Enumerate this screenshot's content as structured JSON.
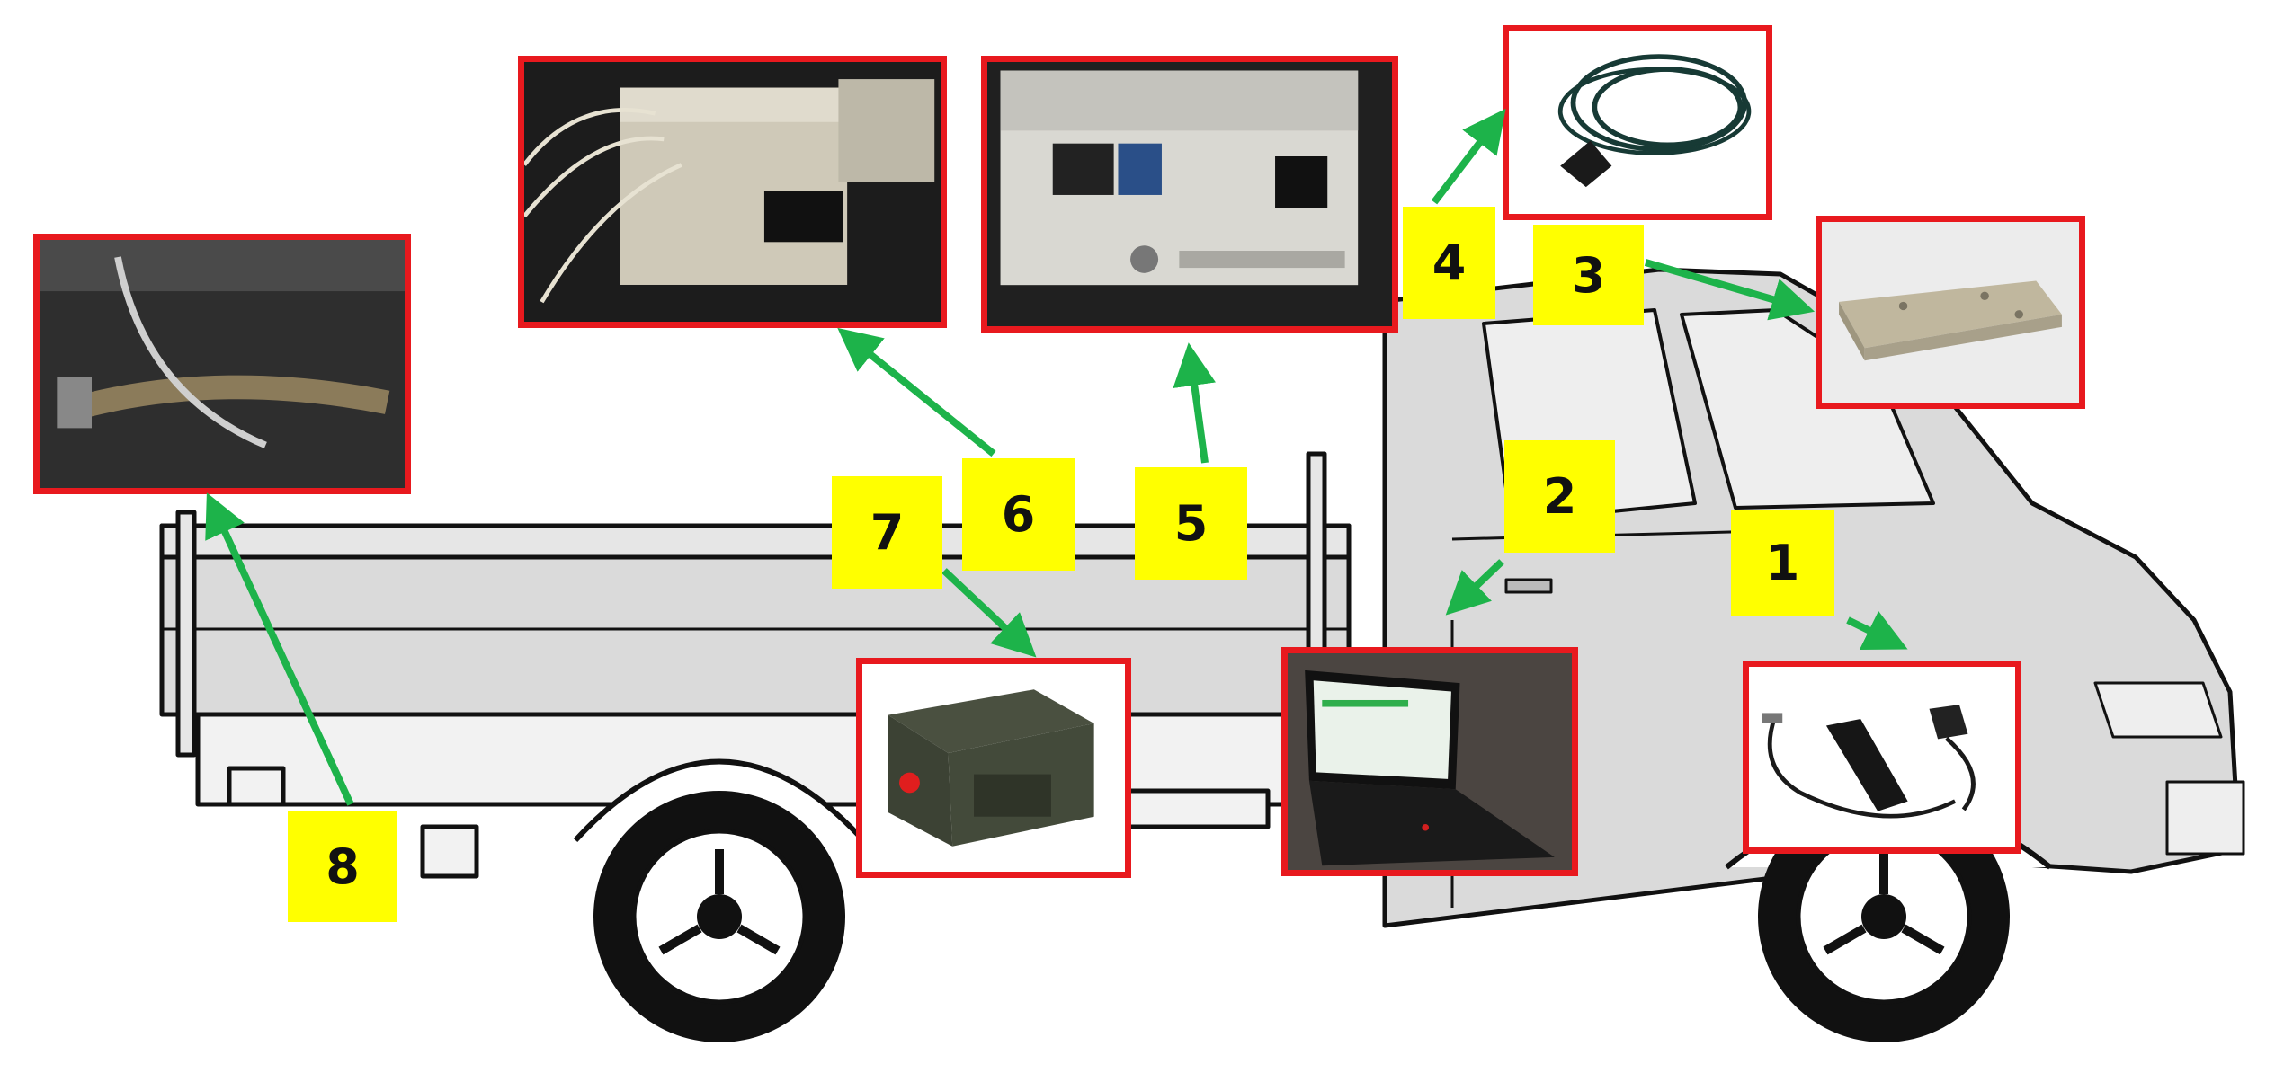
{
  "colors": {
    "label_fill": "#ffff00",
    "arrow": "#1db34a",
    "frame": "#e8191e",
    "truck_fill": "#dadada",
    "truck_stroke": "#111111"
  },
  "labels": [
    {
      "id": "1",
      "text": "1"
    },
    {
      "id": "2",
      "text": "2"
    },
    {
      "id": "3",
      "text": "3"
    },
    {
      "id": "4",
      "text": "4"
    },
    {
      "id": "5",
      "text": "5"
    },
    {
      "id": "6",
      "text": "6"
    },
    {
      "id": "7",
      "text": "7"
    },
    {
      "id": "8",
      "text": "8"
    }
  ],
  "photos": [
    {
      "id": "1",
      "subject": "usb-gps-dongle-photo"
    },
    {
      "id": "2",
      "subject": "laptop-photo"
    },
    {
      "id": "3",
      "subject": "metal-sensor-box-photo"
    },
    {
      "id": "4",
      "subject": "gps-antenna-cable-photo"
    },
    {
      "id": "5",
      "subject": "rack-instrument-photo"
    },
    {
      "id": "6",
      "subject": "analyzer-unit-photo"
    },
    {
      "id": "7",
      "subject": "battery-case-photo"
    },
    {
      "id": "8",
      "subject": "exhaust-probe-photo"
    }
  ]
}
